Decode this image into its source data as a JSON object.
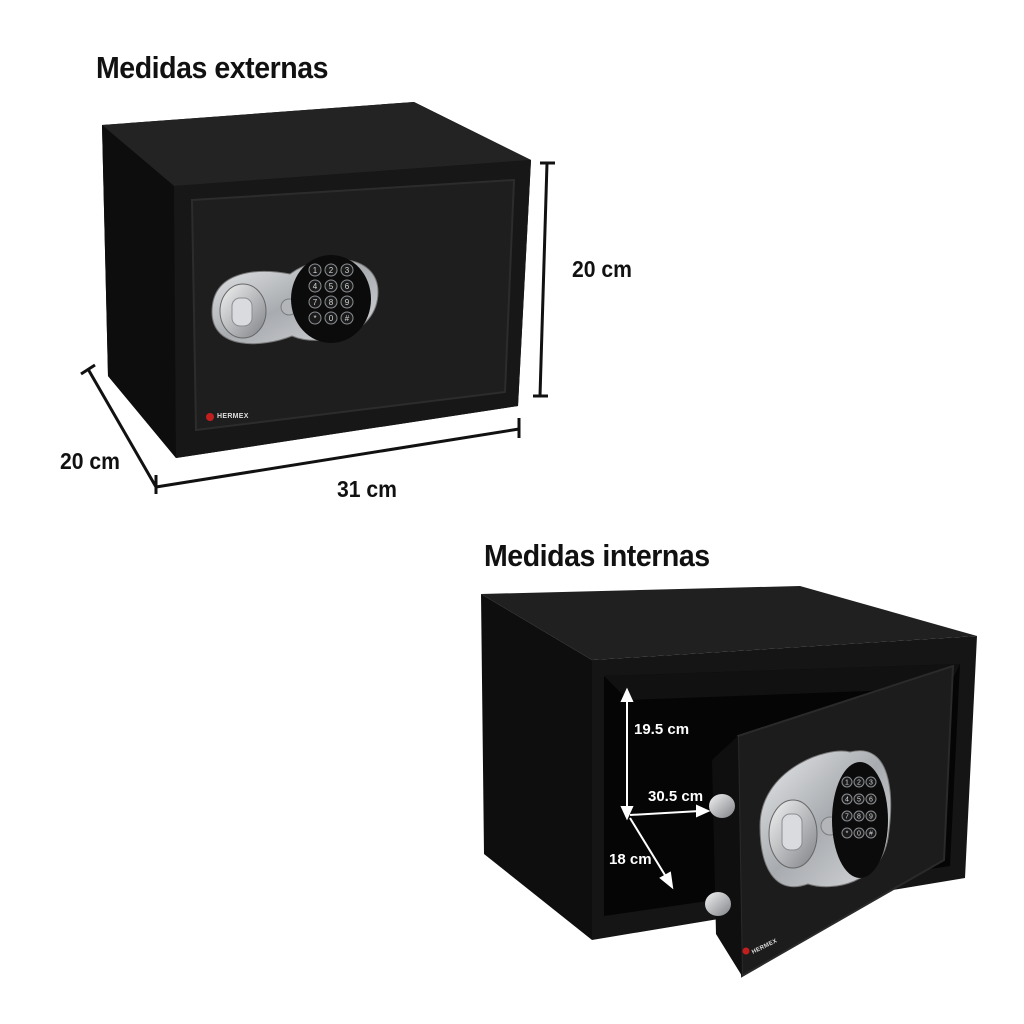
{
  "external": {
    "title": "Medidas externas",
    "height": "20 cm",
    "depth": "20 cm",
    "width": "31 cm"
  },
  "internal": {
    "title": "Medidas internas",
    "height": "19.5 cm",
    "width": "30.5 cm",
    "depth": "18 cm"
  },
  "brand": "HERMEX",
  "keypad": [
    "1",
    "2",
    "3",
    "4",
    "5",
    "6",
    "7",
    "8",
    "9",
    "*",
    "0",
    "#"
  ],
  "colors": {
    "body": "#161616",
    "door": "#1b1b1b",
    "handle": "#b9bcc0",
    "keypad": "#0c0c0c"
  }
}
